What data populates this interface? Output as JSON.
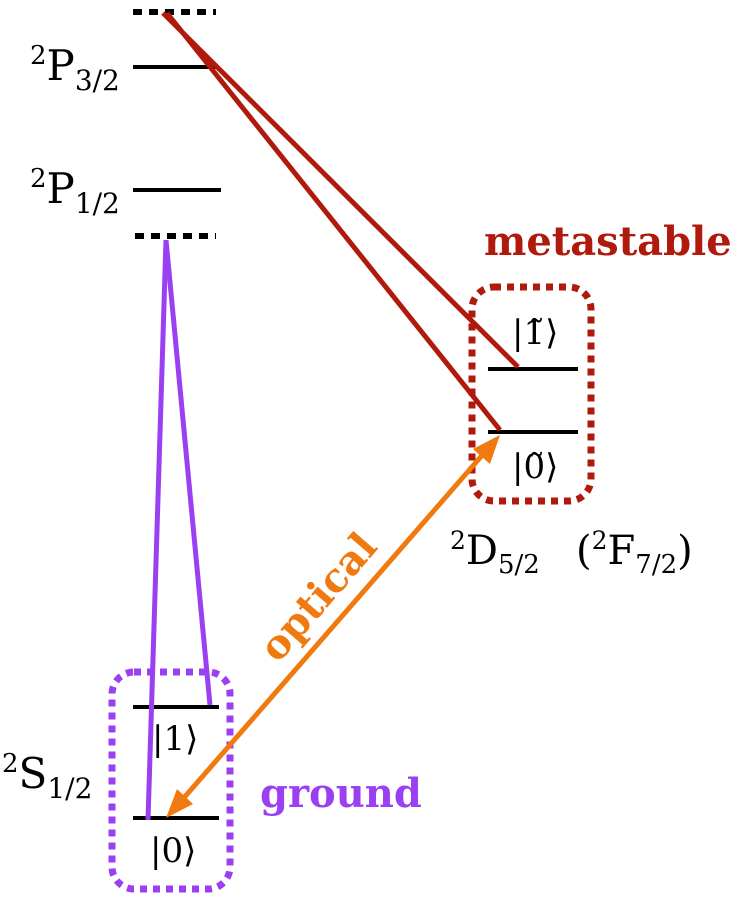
{
  "colors": {
    "level": "#000000",
    "metastable": "#b01a0c",
    "ground": "#9b3ff2",
    "optical": "#f07a10"
  },
  "levels": {
    "p32": {
      "sup": "2",
      "main": "P",
      "sub": "3/2"
    },
    "p12": {
      "sup": "2",
      "main": "P",
      "sub": "1/2"
    },
    "s12": {
      "sup": "2",
      "main": "S",
      "sub": "1/2"
    },
    "d52": {
      "sup": "2",
      "main": "D",
      "sub": "5/2"
    },
    "f72": {
      "open": "(",
      "sup": "2",
      "main": "F",
      "sub": "7/2",
      "close": ")"
    }
  },
  "states": {
    "meta_one": "|1̃⟩",
    "meta_zero": "|0̃⟩",
    "ground_one": "|1⟩",
    "ground_zero": "|0⟩"
  },
  "labels": {
    "metastable": "metastable",
    "ground": "ground",
    "optical": "optical"
  }
}
